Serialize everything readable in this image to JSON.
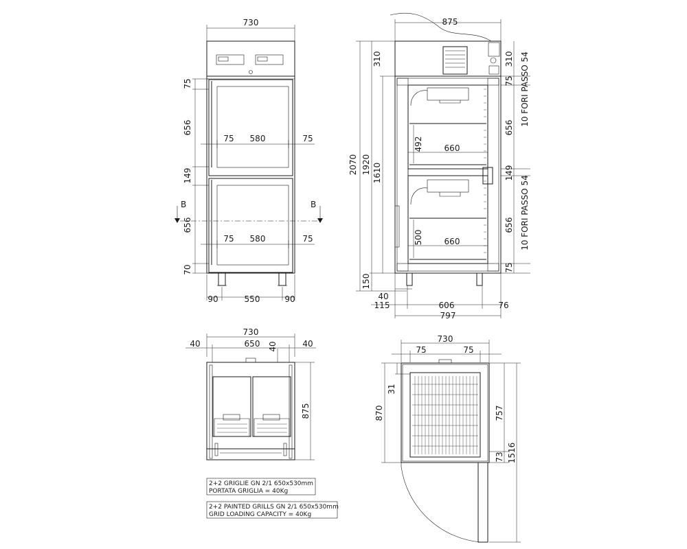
{
  "dims": {
    "front_width": "730",
    "front_h_75_top": "75",
    "front_h_656_top": "656",
    "front_h_149": "149",
    "front_h_656_bottom": "656",
    "front_h_70": "70",
    "front_w_left_75_top": "75",
    "front_w_580_top": "580",
    "front_w_right_75_top": "75",
    "front_w_left_75_bot": "75",
    "front_w_580_bot": "580",
    "front_w_right_75_bot": "75",
    "front_foot_left": "90",
    "front_foot_mid": "550",
    "front_foot_right": "90",
    "section_mark_left": "B",
    "section_mark_right": "B",
    "side_depth_top": "875",
    "side_h_2070": "2070",
    "side_h_1920": "1920",
    "side_h_1610": "1610",
    "side_h_150": "150",
    "side_h_310": "310",
    "side_r_75_a": "75",
    "side_r_656_a": "656",
    "side_r_149": "149",
    "side_r_656_b": "656",
    "side_r_75_b": "75",
    "side_fori_top": "10  FORI  PASSO  54",
    "side_fori_bottom": "10  FORI  PASSO  54",
    "side_shelf_top_h": "492",
    "side_shelf_top_w": "660",
    "side_shelf_bot_h": "500",
    "side_shelf_bot_w": "660",
    "side_bottom_40": "40",
    "side_bottom_115": "115",
    "side_bottom_606": "606",
    "side_bottom_76": "76",
    "side_bottom_797": "797",
    "top_width_730": "730",
    "top_left_40": "40",
    "top_650": "650",
    "top_inner_40": "40",
    "top_right_40": "40",
    "top_height_875": "875",
    "plan_width_730": "730",
    "plan_left_75": "75",
    "plan_right_75": "75",
    "plan_31": "31",
    "plan_870": "870",
    "plan_757": "757",
    "plan_73": "73",
    "plan_1516": "1516"
  },
  "notes": {
    "it_line1": "2+2  GRIGLIE GN 2/1 650x530mm",
    "it_line2": "PORTATA GRIGLIA = 40Kg",
    "en_line1": "2+2  PAINTED GRILLS GN 2/1 650x530mm",
    "en_line2": "GRID LOADING CAPACITY = 40Kg"
  }
}
